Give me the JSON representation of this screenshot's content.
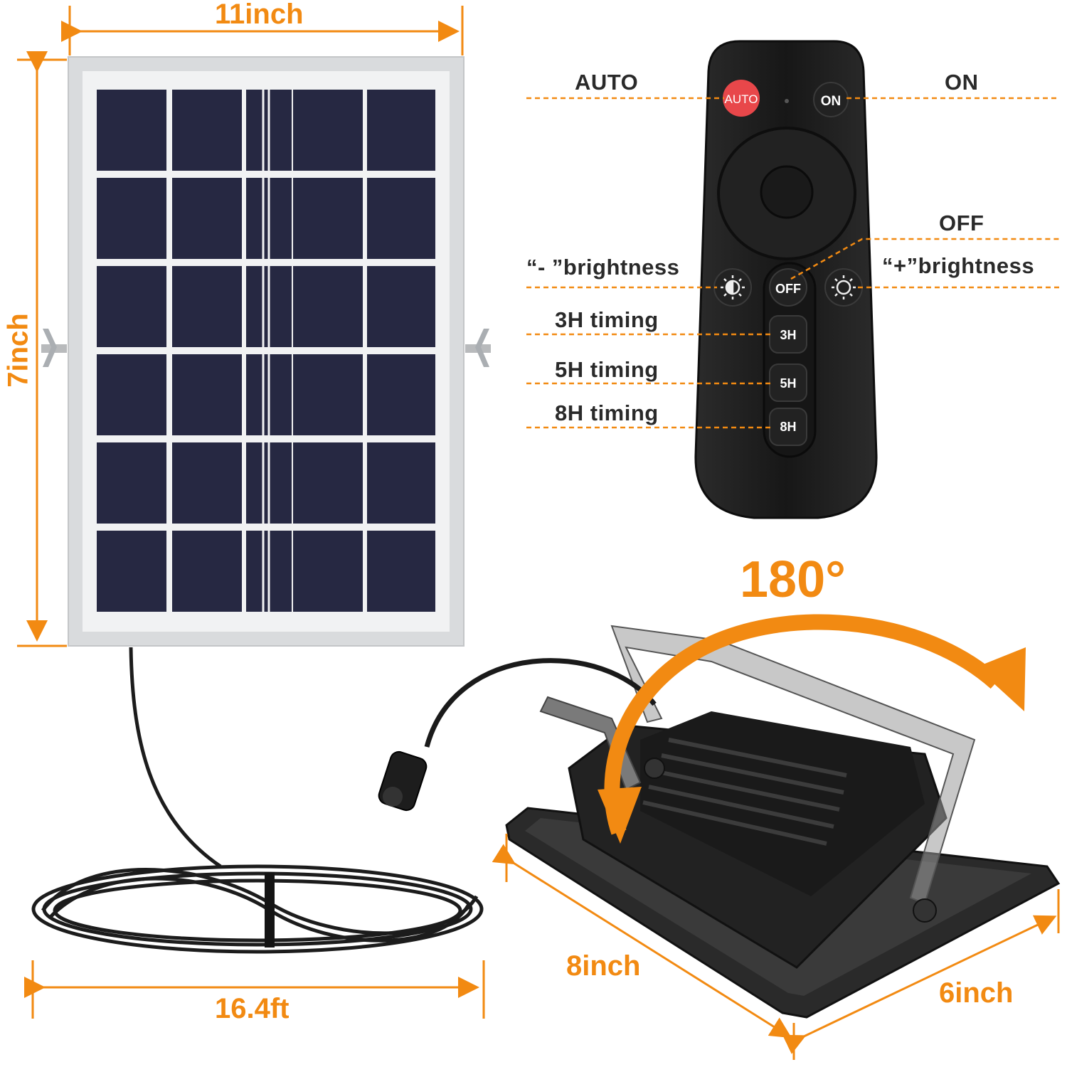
{
  "panel": {
    "width_label": "11inch",
    "height_label": "7inch",
    "cable_label": "16.4ft"
  },
  "remote": {
    "buttons": {
      "auto": "AUTO",
      "on": "ON",
      "off": "OFF",
      "timer_3h": "3H",
      "timer_5h": "5H",
      "timer_8h": "8H"
    },
    "callouts": {
      "auto": "AUTO",
      "on": "ON",
      "off": "OFF",
      "brightness_down": "“- ”brightness",
      "brightness_up": "“+”brightness",
      "timing_3h": "3H timing",
      "timing_5h": "5H timing",
      "timing_8h": "8H timing"
    },
    "icons": [
      "brightness-down-icon",
      "brightness-up-icon"
    ]
  },
  "light": {
    "rotation_label": "180°",
    "width_label": "8inch",
    "depth_label": "6inch"
  },
  "colors": {
    "accent": "#f28a12",
    "remote_body": "#1e1e1e",
    "auto_button": "#e8474a",
    "solar_cell": "#262842",
    "frame": "#d7d9db"
  }
}
